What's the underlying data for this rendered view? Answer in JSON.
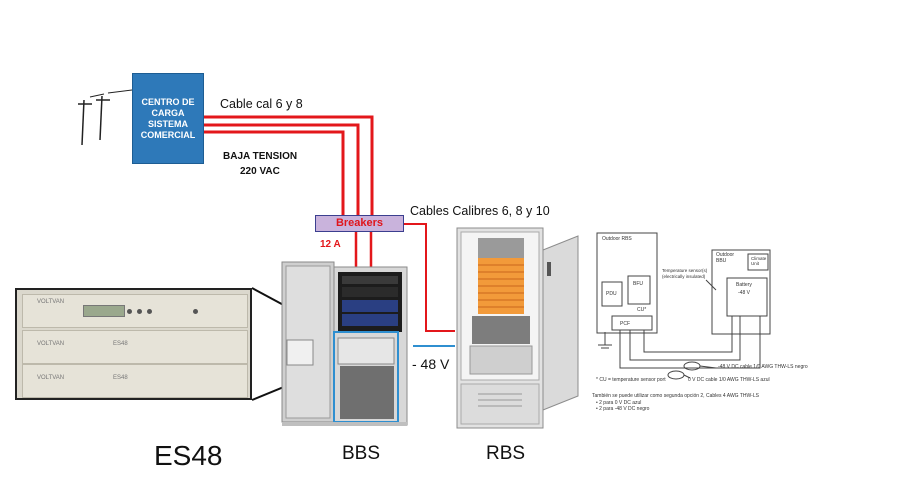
{
  "center_box": {
    "lines": [
      "CENTRO DE",
      "CARGA",
      "SISTEMA",
      "COMERCIAL"
    ]
  },
  "labels": {
    "cable_cal": "Cable cal  6 y 8",
    "baja_tension": "BAJA TENSION",
    "vac": "220 VAC",
    "breakers": "Breakers",
    "cables_calibres": "Cables Calibres  6, 8 y 10",
    "amps": "12 A",
    "voltage": "- 48 V",
    "es48": "ES48",
    "bbs": "BBS",
    "rbs": "RBS"
  },
  "equipment_panel": {
    "brand": "VOLTVAN",
    "model": "ES48"
  },
  "schematic": {
    "outdoor_rbs": "Outdoor RBS",
    "outdoor_bbu": "Outdoor BBU",
    "climate_unit": "Climate Unit",
    "battery": "Battery",
    "battery_voltage": "-48 V",
    "pdu": "PDU",
    "bfu": "BFU",
    "cu": "CU*",
    "pcf": "PCF",
    "temp_sensor": "Temperature sensor(s)",
    "temp_sensor_note": "(electrically insulated)",
    "cable_neg": "-48 V DC cable 1/0 AWG THW-LS negro",
    "cable_zero": "0 V DC cable 1/0 AWG THW-LS azul",
    "footnote": "* CU = temperature sensor port",
    "note_1": "También se puede utilizar como segunda opción 2, Cables 4 AWG THW-LS",
    "note_2": "•  2 para 0 V DC azul",
    "note_3": "•  2 para -48 V DC negro"
  },
  "colors": {
    "power_line": "#e3171b",
    "dc_line": "#2f8fd0",
    "center_box": "#2e79b9",
    "breakers_fill": "#c9b3dc"
  }
}
